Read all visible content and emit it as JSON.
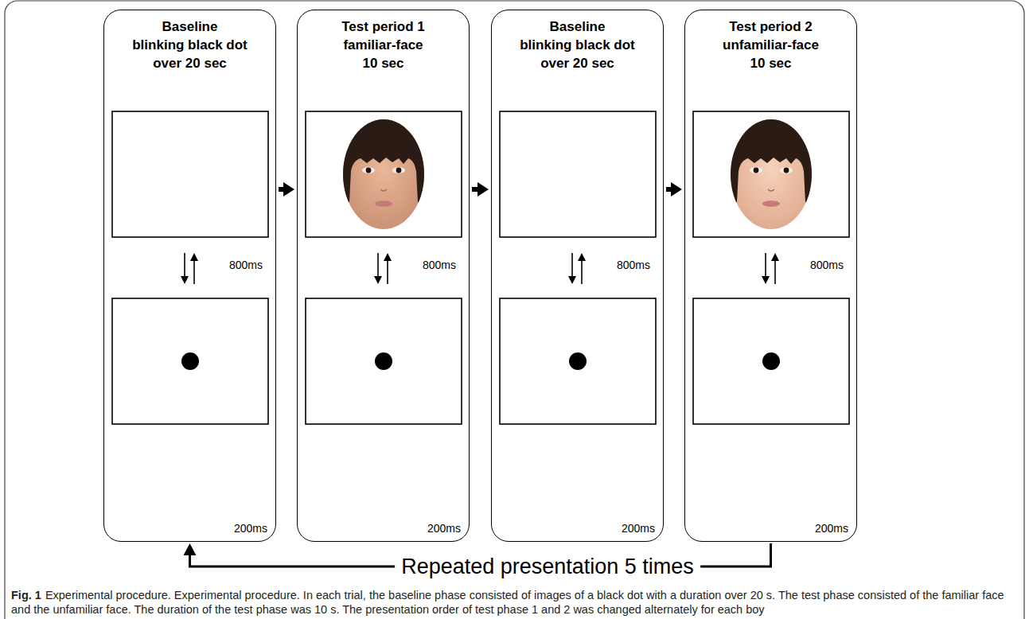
{
  "diagram": {
    "caption": "Experimental procedure. Experimental procedure. In each trial, the baseline phase consisted of images of a black dot with a duration over 20 s. The test phase consisted of the familiar face and the unfamiliar face. The duration of the test phase was 10 s. The presentation order of test phase 1 and 2 was changed alternately for each boy",
    "nodes": [
      {
        "text": [
          "Baseline",
          "blinking black dot",
          "over 20 sec",
          "800ms",
          "200ms"
        ]
      },
      {
        "text": [
          "Test period 1",
          "familiar-face",
          "10 sec",
          "800ms",
          "200ms"
        ]
      },
      {
        "text": [
          "Baseline",
          "blinking black dot",
          "over 20 sec",
          "800ms",
          "200ms"
        ]
      },
      {
        "text": [
          "Test period 2",
          "unfamiliar-face",
          "10 sec",
          "800ms",
          "200ms"
        ]
      }
    ],
    "edges": [
      {
        "from": 0,
        "to": 1,
        "arrow": "to"
      },
      {
        "from": 1,
        "to": 2,
        "arrow": "to"
      },
      {
        "from": 2,
        "to": 3,
        "arrow": "to"
      },
      {
        "from": 3,
        "to": 0,
        "arrow": "to",
        "label": "Repeated presentation 5 times"
      }
    ],
    "labels": [
      "Fig. 1"
    ]
  }
}
